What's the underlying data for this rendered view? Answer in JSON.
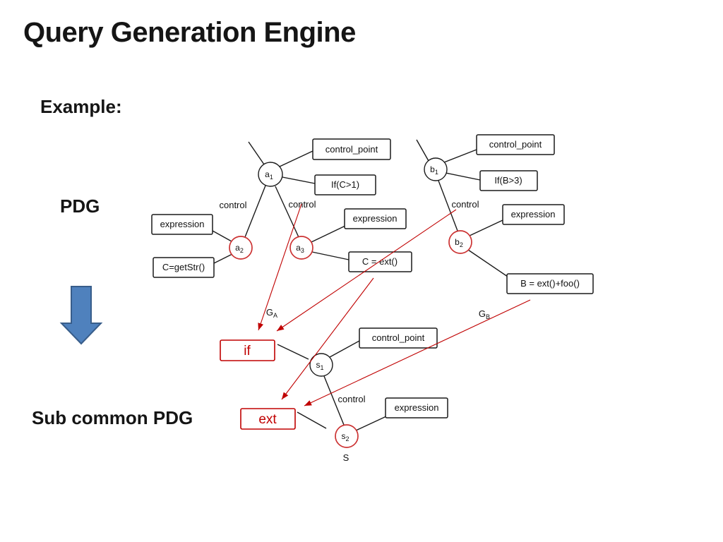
{
  "slide": {
    "title": "Query Generation Engine",
    "example": "Example:",
    "pdg": "PDG",
    "sub_common": "Sub common PDG"
  },
  "colors": {
    "red_accent": "#c00000",
    "red_node": "#cc3333",
    "blue_arrow_fill": "#4f81bd",
    "blue_arrow_border": "#385d8a",
    "box_border": "#1a1a1a"
  },
  "ga": {
    "glabel": "G",
    "gsub": "A",
    "n1b": "a",
    "n1s": "1",
    "n2b": "a",
    "n2s": "2",
    "n3b": "a",
    "n3s": "3",
    "box_cp": "control_point",
    "box_if": "If(C>1)",
    "box_expr1": "expression",
    "box_stmt1": "C=getStr()",
    "box_expr2": "expression",
    "box_stmt2": "C = ext()",
    "ctrl1": "control",
    "ctrl2": "control"
  },
  "gb": {
    "glabel": "G",
    "gsub": "B",
    "n1b": "b",
    "n1s": "1",
    "n2b": "b",
    "n2s": "2",
    "box_cp": "control_point",
    "box_if": "If(B>3)",
    "box_expr": "expression",
    "box_stmt": "B = ext()+foo()",
    "ctrl": "control"
  },
  "gs": {
    "slabel": "S",
    "n1b": "s",
    "n1s": "1",
    "n2b": "s",
    "n2s": "2",
    "box_cp": "control_point",
    "box_expr": "expression",
    "box_if": "if",
    "box_ext": "ext",
    "ctrl": "control"
  }
}
